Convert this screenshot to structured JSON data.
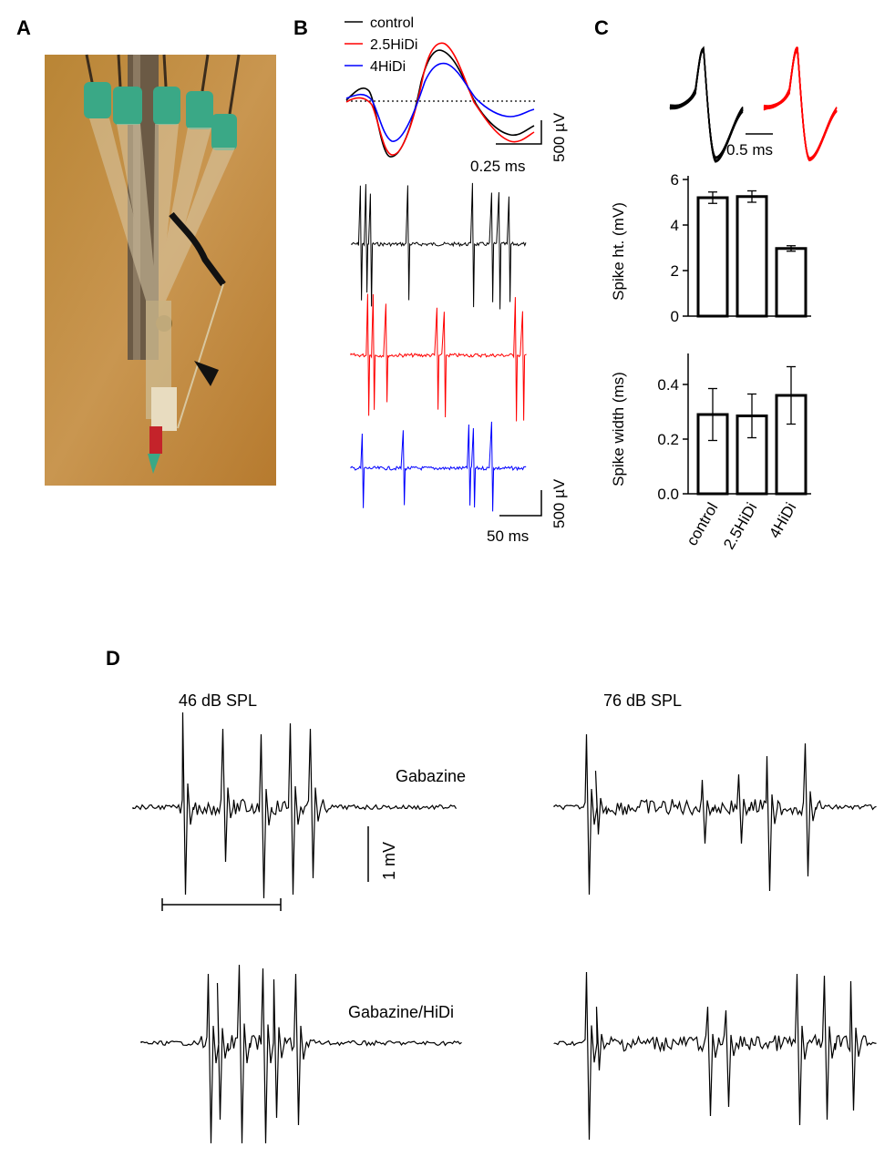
{
  "panel_labels": {
    "a": "A",
    "b": "B",
    "c": "C",
    "d": "D"
  },
  "colors": {
    "control": "#000000",
    "hidi25": "#ff0000",
    "hidi4": "#0000ff",
    "photo_bg": "#c08a3a",
    "needle_hub": "#3aa886"
  },
  "panel_a": {
    "photo": "electrode-array-photo",
    "arrow": "arrowhead-icon"
  },
  "panel_b": {
    "legend": [
      "control",
      "2.5HiDi",
      "4HiDi"
    ],
    "waveform_scale": {
      "y": "500 µV",
      "x": "0.25 ms"
    },
    "trace_scale": {
      "y": "500 µV",
      "x": "50 ms"
    }
  },
  "panel_c": {
    "overlay_scale": "0.5 ms",
    "chart_data": [
      {
        "type": "bar",
        "categories": [
          "control",
          "2.5HiDi",
          "4HiDi"
        ],
        "values": [
          5.2,
          5.25,
          2.97
        ],
        "errors": [
          0.25,
          0.25,
          0.12
        ],
        "ylabel": "Spike ht. (mV)",
        "ylim": [
          0,
          6
        ],
        "yticks": [
          "0",
          "2",
          "4",
          "6"
        ]
      },
      {
        "type": "bar",
        "categories": [
          "control",
          "2.5HiDi",
          "4HiDi"
        ],
        "values": [
          0.29,
          0.285,
          0.36
        ],
        "errors": [
          0.095,
          0.08,
          0.105
        ],
        "ylabel": "Spike width (ms)",
        "ylim": [
          0,
          0.5
        ],
        "yticks": [
          "0.0",
          "0.2",
          "0.4"
        ]
      }
    ]
  },
  "panel_d": {
    "col_left": "46 dB SPL",
    "col_right": "76 dB SPL",
    "row_top": "Gabazine",
    "row_bottom": "Gabazine/HiDi",
    "scale_y": "1 mV"
  }
}
